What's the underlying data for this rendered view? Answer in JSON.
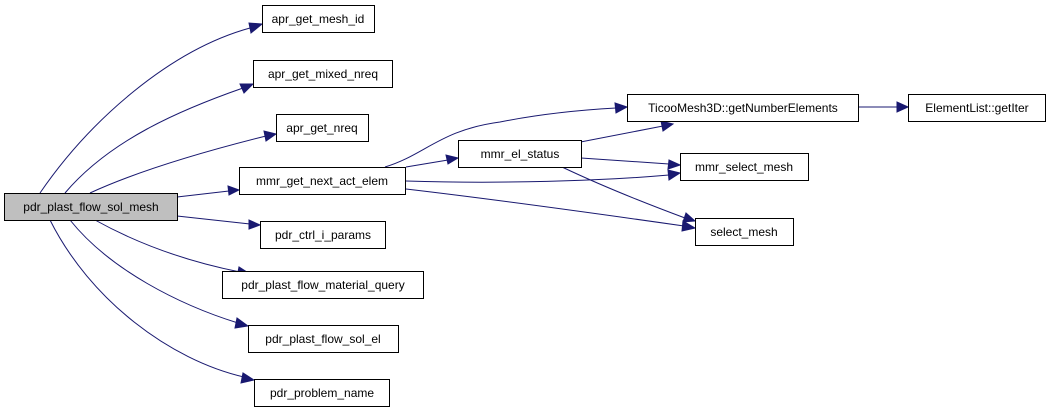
{
  "colors": {
    "edge": "#191970",
    "root_fill": "#bfbfbf",
    "node_fill": "#ffffff",
    "border": "#000000"
  },
  "nodes": {
    "pdr_plast_flow_sol_mesh": "pdr_plast_flow_sol_mesh",
    "apr_get_mesh_id": "apr_get_mesh_id",
    "apr_get_mixed_nreq": "apr_get_mixed_nreq",
    "apr_get_nreq": "apr_get_nreq",
    "mmr_get_next_act_elem": "mmr_get_next_act_elem",
    "pdr_ctrl_i_params": "pdr_ctrl_i_params",
    "pdr_plast_flow_material_query": "pdr_plast_flow_material_query",
    "pdr_plast_flow_sol_el": "pdr_plast_flow_sol_el",
    "pdr_problem_name": "pdr_problem_name",
    "mmr_el_status": "mmr_el_status",
    "ticoomesh3d_getnumberelements": "TicooMesh3D::getNumberElements",
    "mmr_select_mesh": "mmr_select_mesh",
    "select_mesh": "select_mesh",
    "elementlist_getiter": "ElementList::getIter"
  }
}
